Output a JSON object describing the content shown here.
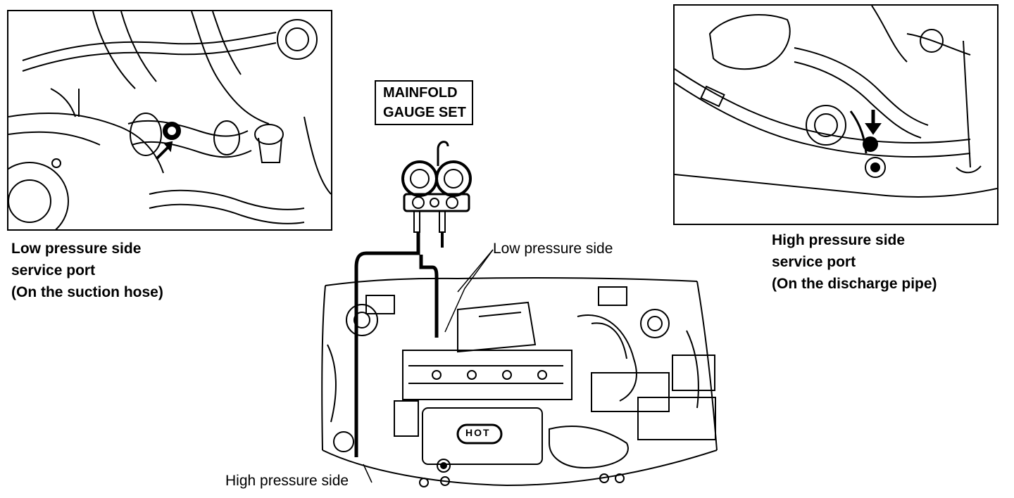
{
  "gauge_set": {
    "line1": "MAINFOLD",
    "line2": "GAUGE SET"
  },
  "low_port_caption": {
    "line1": "Low pressure side",
    "line2": "service port",
    "line3": "(On the suction hose)"
  },
  "high_port_caption": {
    "line1": "High pressure side",
    "line2": "service port",
    "line3": "(On the discharge pipe)"
  },
  "hose_labels": {
    "low": "Low pressure side",
    "high": "High pressure side"
  },
  "engine_badge": "HOT"
}
